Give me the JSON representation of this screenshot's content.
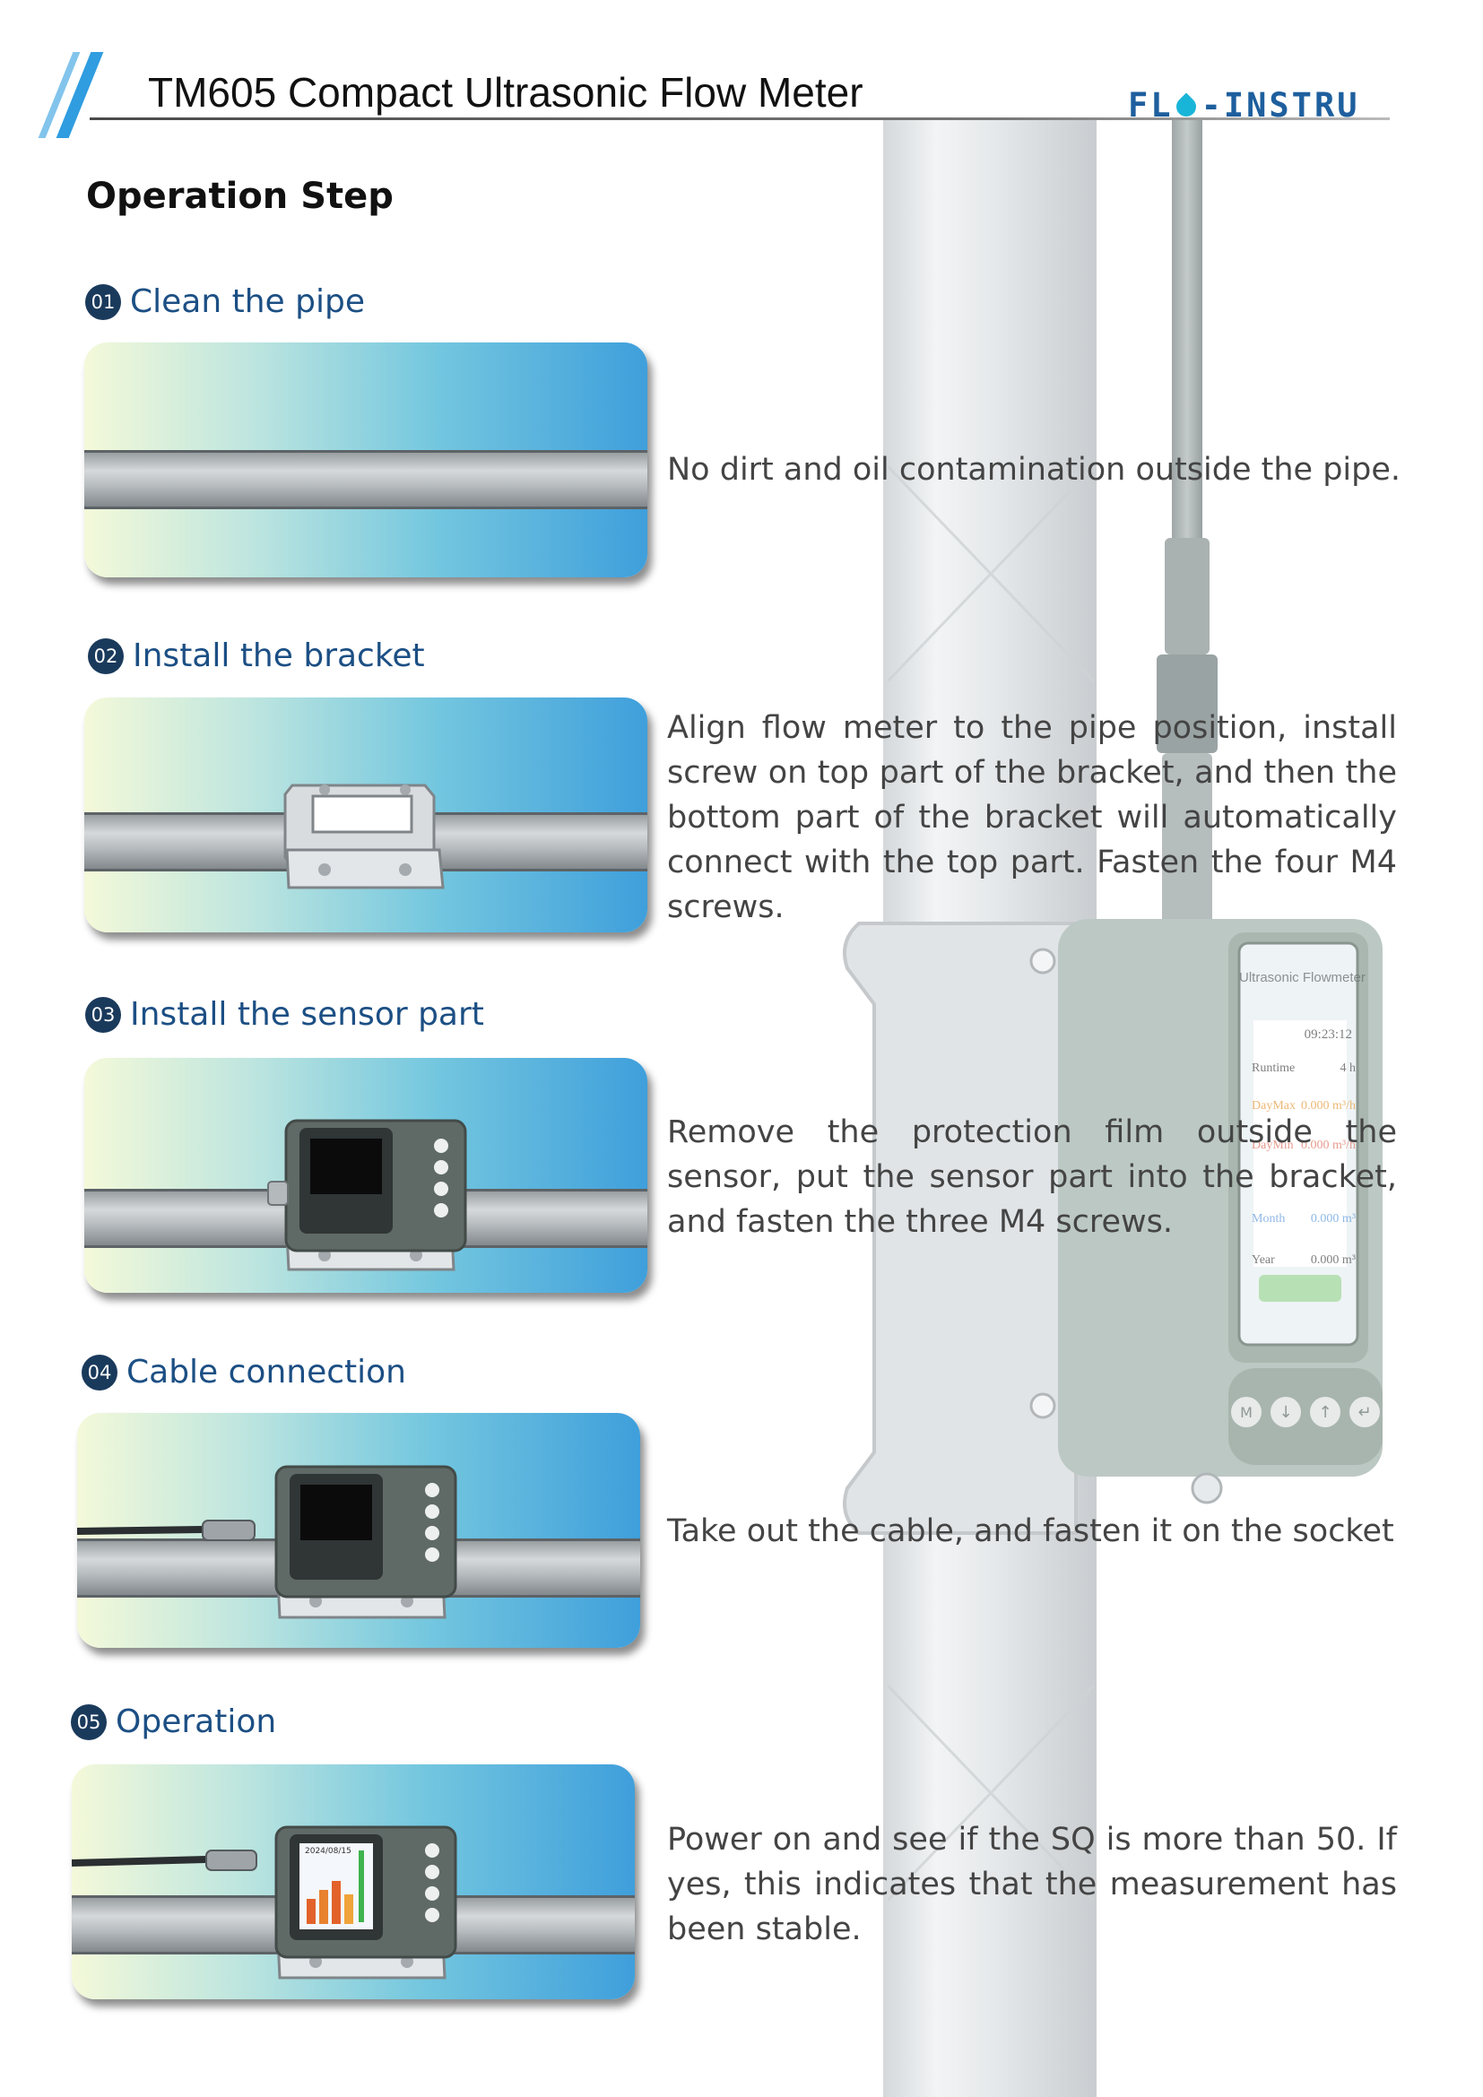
{
  "header": {
    "title": "TM605 Compact Ultrasonic Flow Meter",
    "logo_left": "FL",
    "logo_right": "-INSTRU",
    "accent": "#2f9de0",
    "title_color": "#111111"
  },
  "section_title": "Operation Step",
  "device_display": {
    "heading": "Ultrasonic Flowmeter",
    "time": "09:23:12",
    "rows": [
      {
        "label": "Runtime",
        "value": "4 h"
      },
      {
        "label": "DayMax",
        "value": "0.000 m³/h"
      },
      {
        "label": "DayMin",
        "value": "0.000 m³/h"
      },
      {
        "label": "Month",
        "value": "0.000 m³"
      },
      {
        "label": "Year",
        "value": "0.000 m³"
      }
    ],
    "buttons": [
      "M",
      "↓",
      "↑",
      "↵"
    ]
  },
  "steps": [
    {
      "number": "01",
      "title": "Clean the pipe",
      "description": "No dirt and oil contamination outside the pipe.",
      "image": "pipe-only"
    },
    {
      "number": "02",
      "title": "Install the bracket",
      "description": "Align flow meter to the pipe position, install screw on top part of the bracket, and then the bottom part of the bracket will automatically connect with the top part. Fasten the four M4 screws.",
      "image": "pipe-bracket"
    },
    {
      "number": "03",
      "title": "Install the sensor part",
      "description": "Remove the protection film outside the sensor, put the sensor part into the bracket, and fasten the three M4 screws.",
      "image": "pipe-sensor"
    },
    {
      "number": "04",
      "title": "Cable connection",
      "description": "Take out the cable, and fasten it on the socket",
      "image": "pipe-sensor-cable"
    },
    {
      "number": "05",
      "title": "Operation",
      "description": "Power on and see if the SQ is more than 50.  If yes, this indicates that the measurement has been stable.",
      "image": "pipe-sensor-cable-on",
      "screen_date": "2024/08/15"
    }
  ]
}
